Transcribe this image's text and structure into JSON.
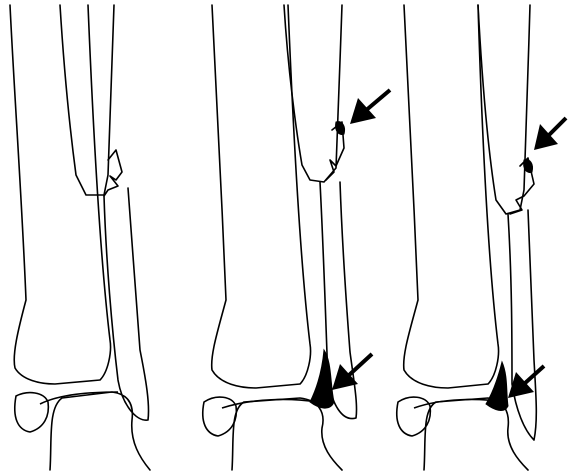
{
  "figure": {
    "description_free": true,
    "panel_count": 3,
    "colors": {
      "line": "#000000",
      "background": "#ffffff",
      "marker": "#000000"
    },
    "panels": [
      {
        "id": "panel-1",
        "fracture_fragment": true,
        "arrows": 0
      },
      {
        "id": "panel-2",
        "fracture_fragment": true,
        "arrows": 2,
        "highlighted_regions": [
          "fibula-fracture-site",
          "distal-syndesmosis"
        ]
      },
      {
        "id": "panel-3",
        "fracture_fragment": true,
        "arrows": 2,
        "highlighted_regions": [
          "fibula-fracture-site",
          "distal-syndesmosis"
        ]
      }
    ],
    "icons": [
      "arrow-icon"
    ]
  }
}
